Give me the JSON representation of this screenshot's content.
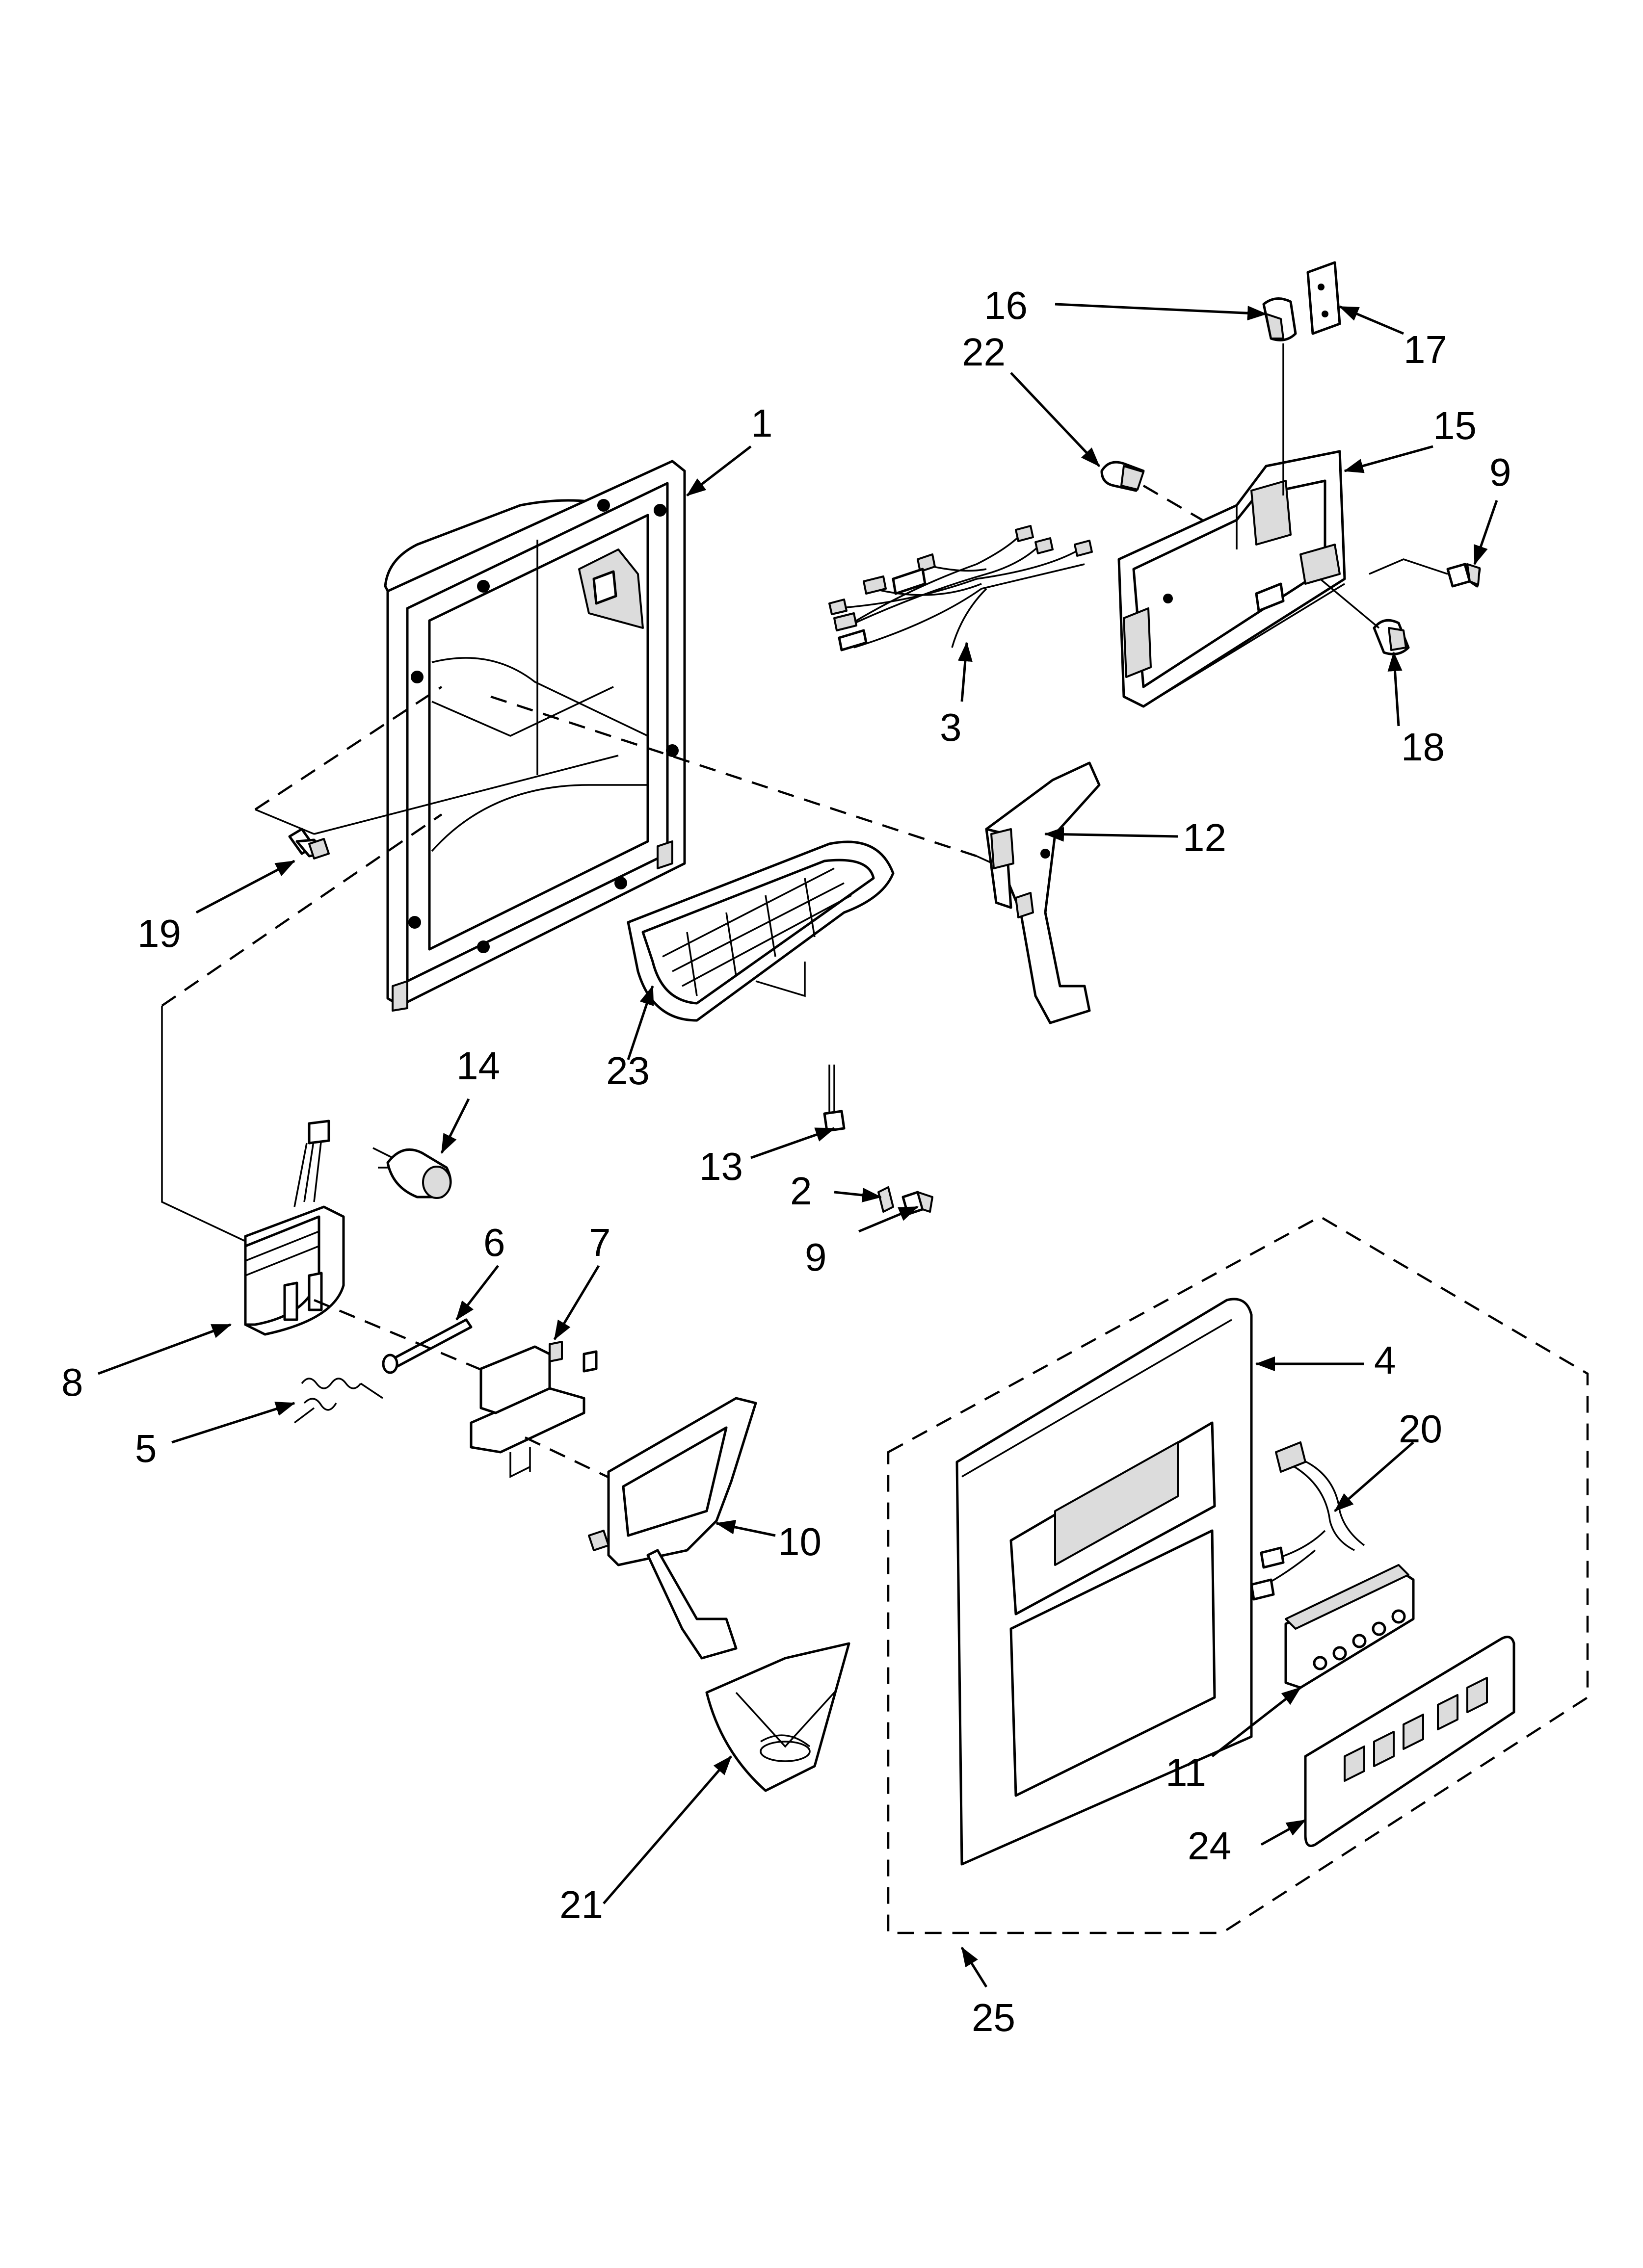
{
  "figure": {
    "labels": [
      {
        "id": "1",
        "text": "1"
      },
      {
        "id": "2",
        "text": "2"
      },
      {
        "id": "3",
        "text": "3"
      },
      {
        "id": "4",
        "text": "4"
      },
      {
        "id": "5",
        "text": "5"
      },
      {
        "id": "6",
        "text": "6"
      },
      {
        "id": "7",
        "text": "7"
      },
      {
        "id": "8",
        "text": "8"
      },
      {
        "id": "9a",
        "text": "9"
      },
      {
        "id": "9b",
        "text": "9"
      },
      {
        "id": "10",
        "text": "10"
      },
      {
        "id": "11",
        "text": "11"
      },
      {
        "id": "12",
        "text": "12"
      },
      {
        "id": "13",
        "text": "13"
      },
      {
        "id": "14",
        "text": "14"
      },
      {
        "id": "15",
        "text": "15"
      },
      {
        "id": "16",
        "text": "16"
      },
      {
        "id": "17",
        "text": "17"
      },
      {
        "id": "18",
        "text": "18"
      },
      {
        "id": "19",
        "text": "19"
      },
      {
        "id": "20",
        "text": "20"
      },
      {
        "id": "21",
        "text": "21"
      },
      {
        "id": "22",
        "text": "22"
      },
      {
        "id": "23",
        "text": "23"
      },
      {
        "id": "24",
        "text": "24"
      },
      {
        "id": "25",
        "text": "25"
      }
    ]
  }
}
